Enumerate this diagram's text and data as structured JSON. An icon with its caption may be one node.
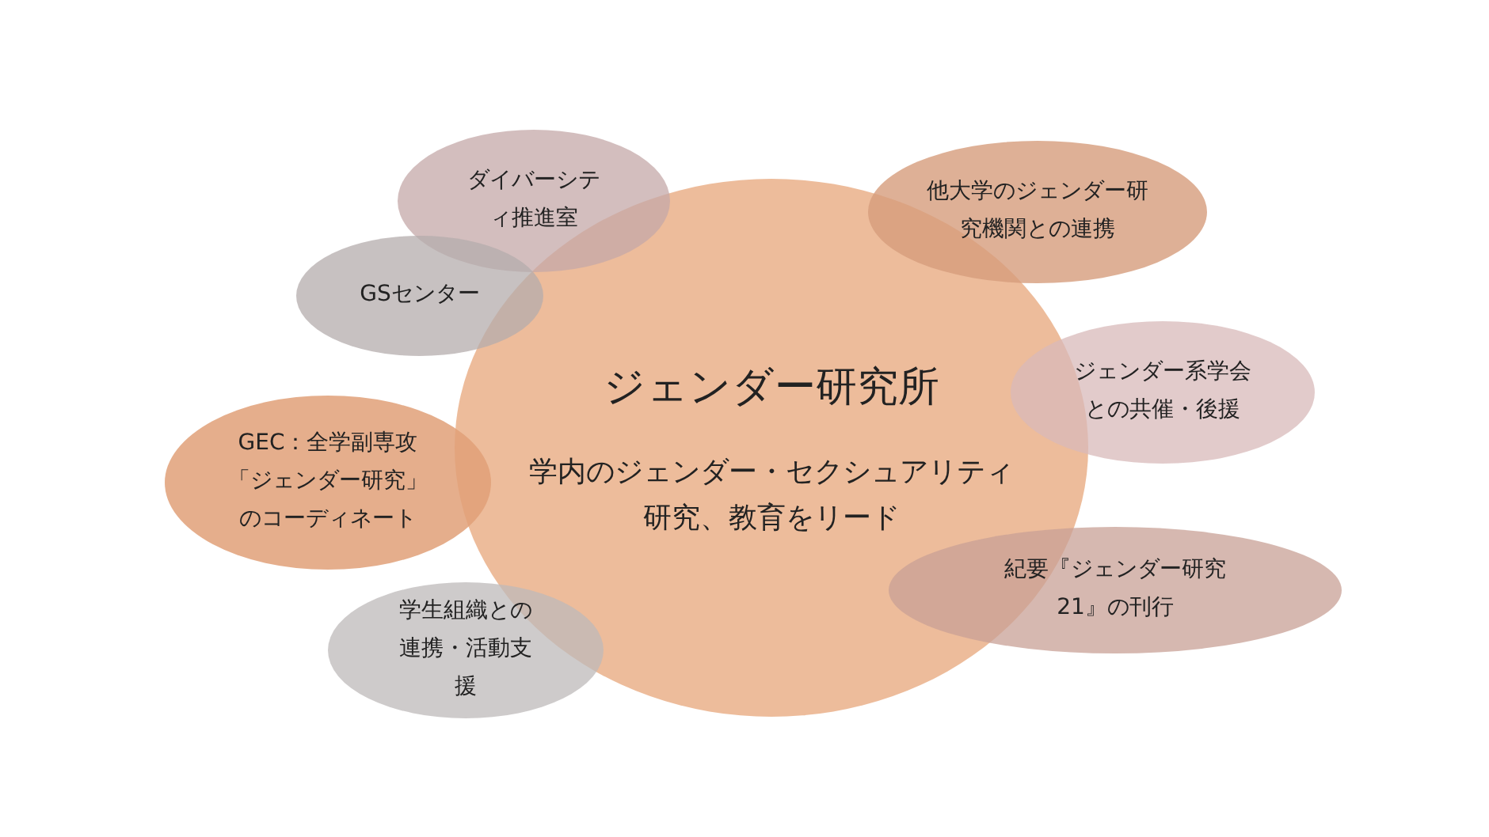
{
  "diagram": {
    "nodes": [
      {
        "text": [
          "ジェンダー研究所",
          "学内のジェンダー・セクシュアリティ研究、教育をリード"
        ]
      },
      {
        "text": [
          "ダイバーシティ推進室"
        ]
      },
      {
        "text": [
          "GSセンター"
        ]
      },
      {
        "text": [
          "GEC：全学副専攻「ジェンダー研究」のコーディネート"
        ]
      },
      {
        "text": [
          "学生組織との連携・活動支援"
        ]
      },
      {
        "text": [
          "他大学のジェンダー研究機関との連携"
        ]
      },
      {
        "text": [
          "ジェンダー系学会との共催・後援"
        ]
      },
      {
        "text": [
          "紀要『ジェンダー研究21』の刊行"
        ]
      }
    ]
  }
}
